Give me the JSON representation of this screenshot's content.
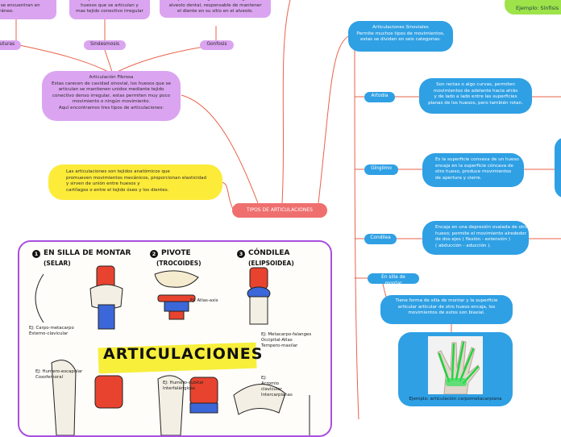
{
  "center": {
    "label": "TIPOS DE ARTICULACIONES"
  },
  "intro": {
    "text": "Las articulaciones son tejidos anatómicos que\npromueven movimientos mecánicos, proporcionan elasticidad\ny sirven de unión entre huesos y\ncartílagos o entre el tejido óseo y los dientes."
  },
  "fibrosa": {
    "text": "Articulación Fibrosa\nEstas carecen de cavidad sinovial, los huesos que se\narticulan se mantienen unidos mediante tejido\nconectivo denso irregular, estas permiten muy poco\nmovimiento o ningún movimiento.\nAquí encontramos tres tipos de articulaciones:",
    "top_left_text": "conectivo denso\ns se encuentran en\ncráneo.",
    "top_mid_text": "mayor distancia entre los\nhuesos que se articulan y\nmas tejido conectivo irregular",
    "top_right_text": "compuesto de la gonfosis es el ligamento\nalveolo dental, responsable de mantener\nel diente en su sitio en el alveolo.",
    "types": [
      "Suturas",
      "Sindesmosis",
      "Gonfosis"
    ]
  },
  "sinoviales": {
    "text": "Articulaciones Sinoviales\nPermite muchos tipos de movimientos,\nestas se dividen en seis categorias:",
    "types": [
      {
        "label": "Artodia",
        "desc": "Son rectas o algo curvas, permiten\nmovimientos de adelante hacia atrás\ny de lado a lado entre las superficies\nplanas de los huesos, pero también rotan."
      },
      {
        "label": "Gínglimo",
        "desc": "Es la superficie convexa de un hueso\nencaja en la superficie cóncava de\notro hueso, produce movimientos\nde apertura y cierre."
      },
      {
        "label": "Condilea",
        "desc": "Encaja en una depresión ovalada de otro\nhueso; permite el movimiento alrededor\nde dos ejes ( flexión - extensión )\n( abducción - aducción )."
      },
      {
        "label": "En silla de montar",
        "desc": "Tiene forma de silla de montar y la superficie\narticular articular de otro hueso encaja, los\nmovimientos de estos son biaxial."
      }
    ],
    "example_caption": "Ejemplo: articulación carpometacarpiana"
  },
  "corner": {
    "text": "Ejemplo: Sínfisis"
  },
  "poster": {
    "title": "ARTICULACIONES",
    "items": [
      {
        "num": "1",
        "name": "EN SILLA DE MONTAR",
        "sub": "(SELAR)",
        "ex": "EJ: Carpo-metacarpo\nEsterno-clavicular"
      },
      {
        "num": "2",
        "name": "PIVOTE",
        "sub": "(TROCOIDES)",
        "ex": "EJ: Atlas-axis"
      },
      {
        "num": "3",
        "name": "CÓNDILEA",
        "sub": "(ELIPSOIDEA)",
        "ex": "EJ: Metacarpo-falanges\nOccipital-Atlas\nTempero-maxilar"
      }
    ],
    "lower_examples": [
      "EJ: Humero-escapular\nCoxofemoral",
      "EJ: Humero-cubital\nInterfalángicas",
      "EJ:\nAcromio\nclavicular\nIntercarpianas"
    ]
  },
  "colors": {
    "purple": "#dba4f0",
    "blue": "#2fa0e4",
    "yellow": "#fdeb3a",
    "red_line": "#e8634a",
    "poster_border": "#a94fe0"
  }
}
